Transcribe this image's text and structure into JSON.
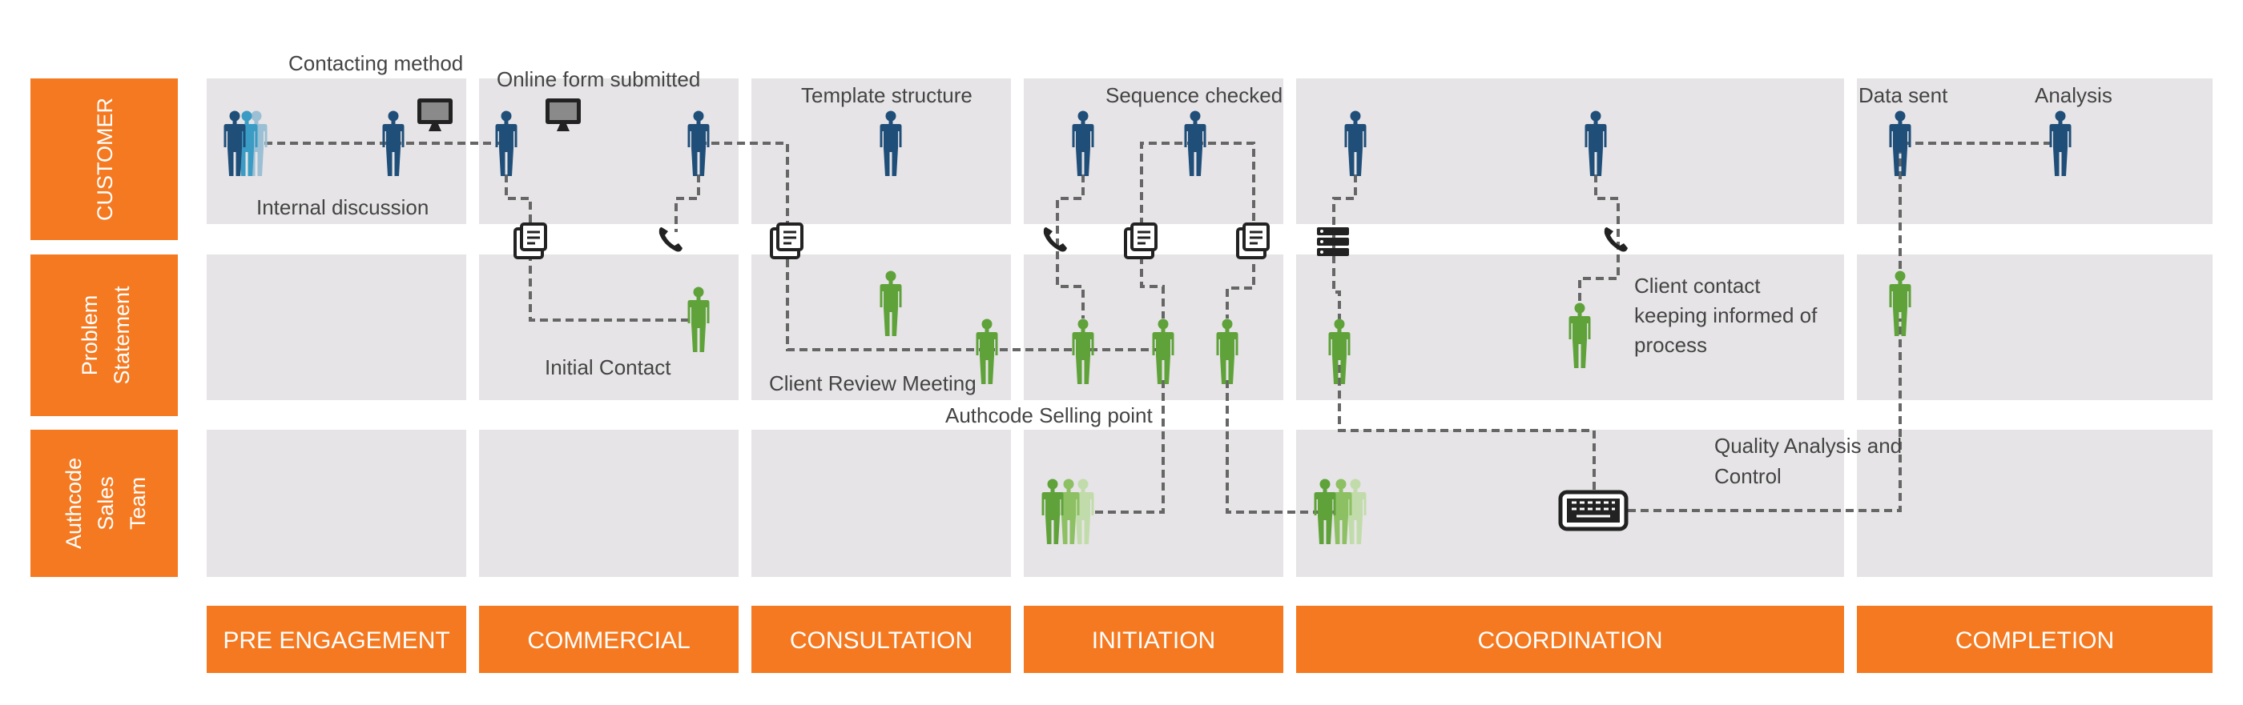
{
  "lanes": [
    "CUSTOMER",
    "Problem Statement",
    "Authcode Sales Team"
  ],
  "phases": [
    "PRE ENGAGEMENT",
    "COMMERCIAL",
    "CONSULTATION",
    "INITIATION",
    "COORDINATION",
    "COMPLETION"
  ],
  "annotations": {
    "contacting_method": "Contacting method",
    "online_form": "Online form submitted",
    "template_structure": "Template structure",
    "sequence_checked": "Sequence checked",
    "data_sent": "Data sent",
    "analysis": "Analysis",
    "internal_discussion": "Internal discussion",
    "client_contact": [
      "Client contact",
      "keeping informed of",
      "process"
    ],
    "initial_contact": "Initial Contact",
    "client_review": "Client Review Meeting",
    "authcode_selling": "Authcode Selling point",
    "quality_analysis": [
      "Quality Analysis and",
      "Control"
    ]
  },
  "colors": {
    "accent": "#f47920",
    "cell": "#e6e4e6",
    "customer_figure": "#1f4e79",
    "customer_figure_light1": "#3a9cc4",
    "customer_figure_light2": "#9bbfd4",
    "team_figure": "#5fa23a",
    "team_figure_light1": "#8cc063",
    "team_figure_light2": "#c1dcaa",
    "connector": "#666666",
    "device_icon": "#222222"
  },
  "icons": [
    "person-icon",
    "monitor-icon",
    "document-icon",
    "phone-icon",
    "server-icon",
    "keyboard-icon"
  ]
}
